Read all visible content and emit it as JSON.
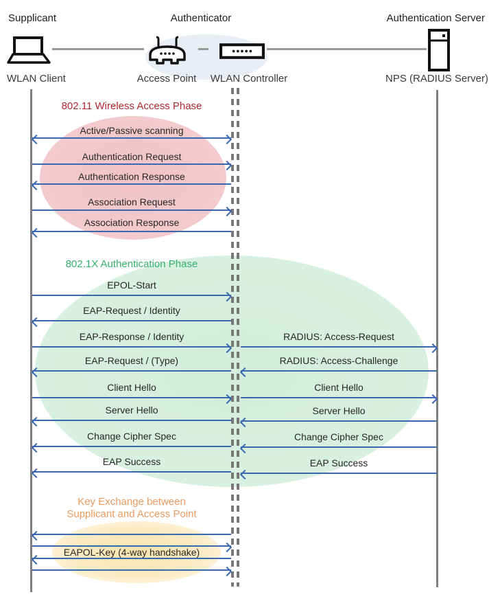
{
  "actors": {
    "supplicant": {
      "role": "Supplicant",
      "device": "WLAN Client",
      "icon": "laptop-icon"
    },
    "authenticator": {
      "role": "Authenticator",
      "devices": [
        {
          "name": "Access Point",
          "icon": "wireless-router-icon"
        },
        {
          "name": "WLAN Controller",
          "icon": "controller-box-icon"
        }
      ]
    },
    "auth_server": {
      "role": "Authentication Server",
      "device": "NPS (RADIUS Server)",
      "icon": "server-icon"
    }
  },
  "phase1": {
    "title": "802.11 Wireless Access Phase",
    "title_color": "#B3282E",
    "ellipse_color": "#F2C6CA",
    "messages": [
      {
        "label": "Active/Passive scanning",
        "direction": "both"
      },
      {
        "label": "Authentication Request",
        "direction": "right"
      },
      {
        "label": "Authentication Response",
        "direction": "left"
      },
      {
        "label": "Association Request",
        "direction": "right"
      },
      {
        "label": "Association Response",
        "direction": "left"
      }
    ]
  },
  "phase2": {
    "title": "802.1X Authentication Phase",
    "title_color": "#33B26B",
    "ellipse_color": "#D6EFDF",
    "client_messages": [
      {
        "label": "EPOL-Start",
        "direction": "right"
      },
      {
        "label": "EAP-Request / Identity",
        "direction": "left"
      },
      {
        "label": "EAP-Response / Identity",
        "direction": "right"
      },
      {
        "label": "EAP-Request / (Type)",
        "direction": "left"
      },
      {
        "label": "Client Hello",
        "direction": "right"
      },
      {
        "label": "Server Hello",
        "direction": "left"
      },
      {
        "label": "Change Cipher Spec",
        "direction": "left"
      },
      {
        "label": "EAP Success",
        "direction": "left"
      }
    ],
    "server_messages": [
      {
        "label": "RADIUS: Access-Request",
        "direction": "right"
      },
      {
        "label": "RADIUS: Access-Challenge",
        "direction": "left"
      },
      {
        "label": "Client Hello",
        "direction": "right"
      },
      {
        "label": "Server Hello",
        "direction": "left"
      },
      {
        "label": "Change Cipher Spec",
        "direction": "left"
      },
      {
        "label": "EAP Success",
        "direction": "left"
      }
    ]
  },
  "phase3": {
    "title_line1": "Key Exchange between",
    "title_line2": "Supplicant and Access Point",
    "title_color": "#EC9A5E",
    "ellipse_color": "#FBE4B2",
    "messages": [
      {
        "label": "EAPOL-Key (4-way handshake)",
        "direction": "4-way: left, right, left, right"
      }
    ]
  },
  "colors": {
    "arrow": "#3A68B0",
    "lifeline": "#7F7F7F",
    "hub_ellipse": "#E9EDF6"
  }
}
